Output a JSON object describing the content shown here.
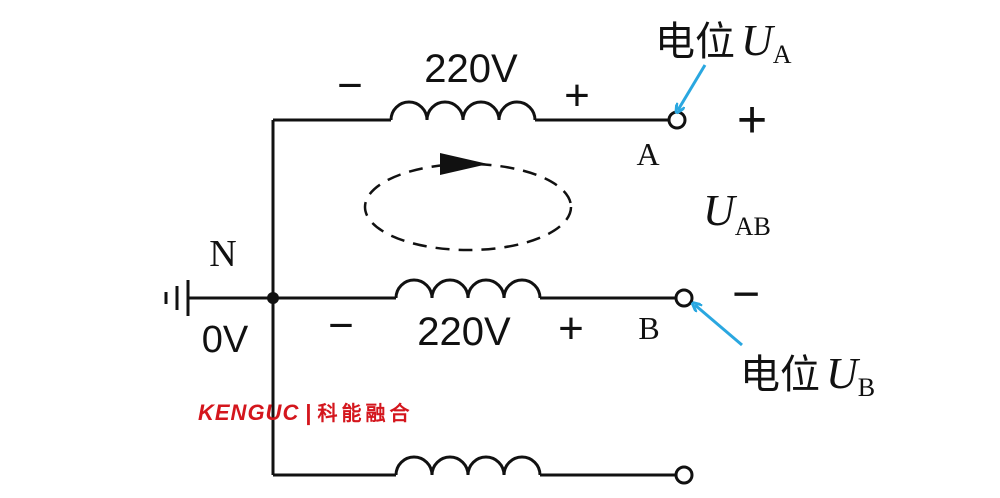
{
  "coil_a": {
    "voltage": "220V",
    "minus": "−",
    "plus": "+"
  },
  "coil_b": {
    "voltage": "220V",
    "minus": "−",
    "plus": "+"
  },
  "terminal_a": "A",
  "terminal_b": "B",
  "neutral": {
    "name": "N",
    "potential": "0V"
  },
  "potential_a": {
    "prefix": "电位",
    "symbol": "U",
    "subscript": "A"
  },
  "potential_b": {
    "prefix": "电位",
    "symbol": "U",
    "subscript": "B"
  },
  "voltage_ab": {
    "symbol": "U",
    "subscript": "AB",
    "plus": "+",
    "minus": "−"
  },
  "watermark": {
    "brand": "KENGUC",
    "separator": "|",
    "name_cn": "科能融合"
  },
  "colors": {
    "wire": "#111111",
    "arrow": "#2aa7e0",
    "brand": "#d4161d"
  }
}
